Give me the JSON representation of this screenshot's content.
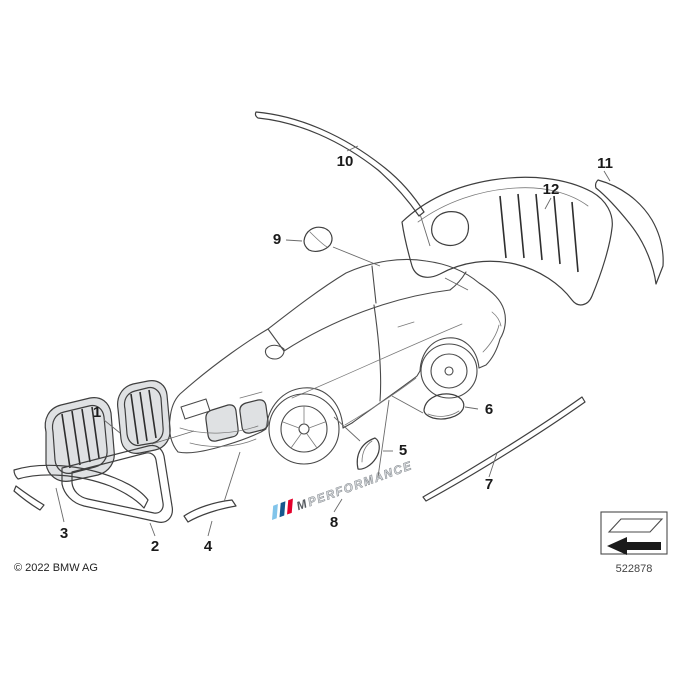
{
  "meta": {
    "copyright": "© 2022 BMW AG",
    "diagram_id": "522878"
  },
  "decal": {
    "logo_m": "M",
    "text": "PERFORMANCE",
    "stripe_colors": [
      "#81c4ea",
      "#16588e",
      "#e4002b"
    ]
  },
  "part_labels": {
    "1": "1",
    "2": "2",
    "3": "3",
    "4": "4",
    "5": "5",
    "6": "6",
    "7": "7",
    "8": "8",
    "9": "9",
    "10": "10",
    "11": "11",
    "12": "12"
  }
}
